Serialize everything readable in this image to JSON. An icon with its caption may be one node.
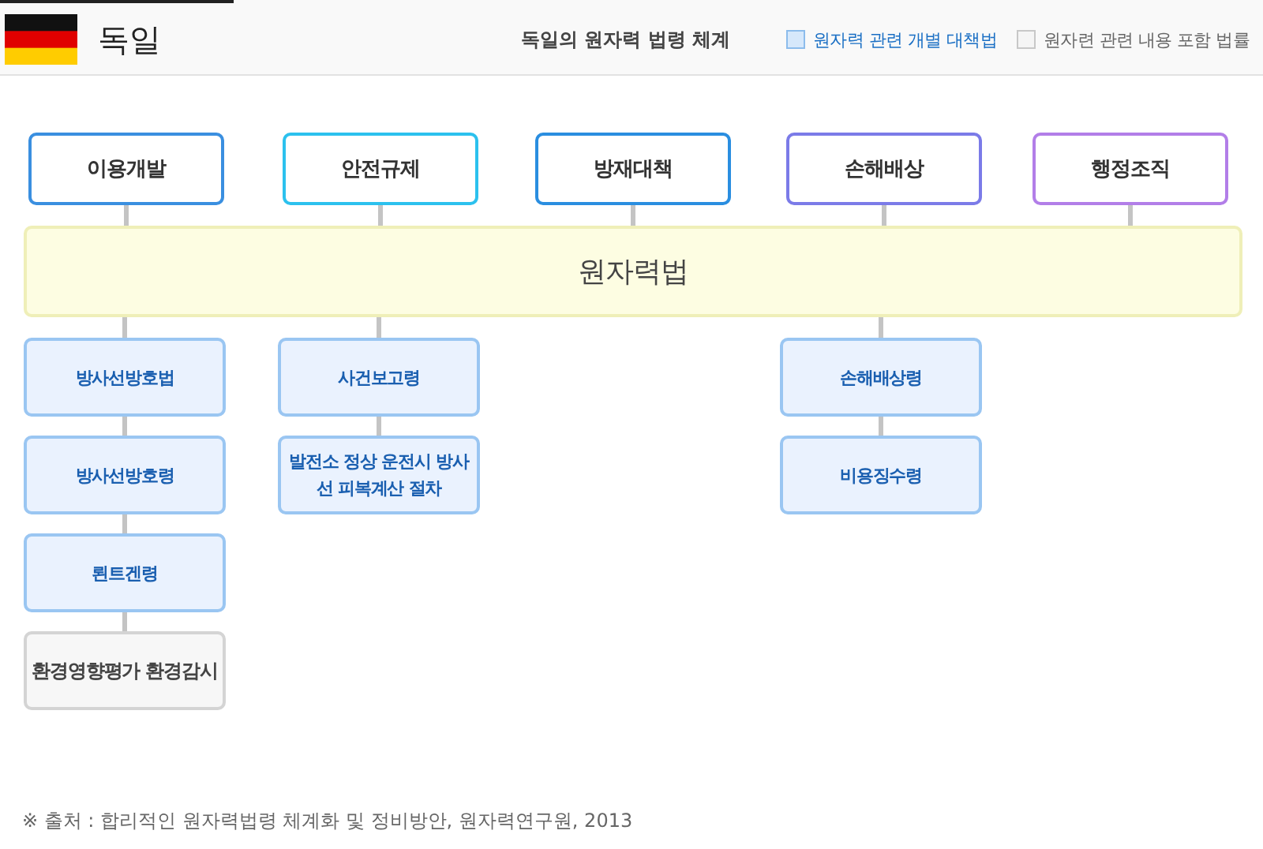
{
  "diagram": {
    "title": "독일",
    "nodes": [
      {
        "text": [
          "이용개발"
        ]
      },
      {
        "text": [
          "안전규제"
        ]
      },
      {
        "text": [
          "방재대책"
        ]
      },
      {
        "text": [
          "손해배상"
        ]
      },
      {
        "text": [
          "행정조직"
        ]
      },
      {
        "text": [
          "원자력법"
        ]
      },
      {
        "text": [
          "방사선방호법"
        ]
      },
      {
        "text": [
          "방사선방호령"
        ]
      },
      {
        "text": [
          "뢴트겐령"
        ]
      },
      {
        "text": [
          "환경영향평가 환경감시"
        ]
      },
      {
        "text": [
          "사건보고령"
        ]
      },
      {
        "text": [
          "발전소 정상 운전시 방사선 피복계산 절차"
        ]
      },
      {
        "text": [
          "손해배상령"
        ]
      },
      {
        "text": [
          "비용징수령"
        ]
      }
    ],
    "edges": [
      {
        "from": 0,
        "to": 5,
        "arrow": "none"
      },
      {
        "from": 1,
        "to": 5,
        "arrow": "none"
      },
      {
        "from": 2,
        "to": 5,
        "arrow": "none"
      },
      {
        "from": 3,
        "to": 5,
        "arrow": "none"
      },
      {
        "from": 4,
        "to": 5,
        "arrow": "none"
      },
      {
        "from": 5,
        "to": 6,
        "arrow": "none"
      },
      {
        "from": 6,
        "to": 7,
        "arrow": "none"
      },
      {
        "from": 7,
        "to": 8,
        "arrow": "none"
      },
      {
        "from": 8,
        "to": 9,
        "arrow": "none"
      },
      {
        "from": 5,
        "to": 10,
        "arrow": "none"
      },
      {
        "from": 10,
        "to": 11,
        "arrow": "none"
      },
      {
        "from": 5,
        "to": 12,
        "arrow": "none"
      },
      {
        "from": 12,
        "to": 13,
        "arrow": "none"
      }
    ],
    "labels": [
      "독일의 원자력 법령 체계"
    ],
    "legend": [
      {
        "text": "원자력 관련 개별 대책법",
        "color": "#d6e8fb"
      },
      {
        "text": "원자련 관련 내용 포함 법률",
        "color": "#f5f5f5"
      }
    ],
    "caption": "※ 출처 : 합리적인 원자력법령 체계화 및 정비방안, 원자력연구원, 2013"
  }
}
